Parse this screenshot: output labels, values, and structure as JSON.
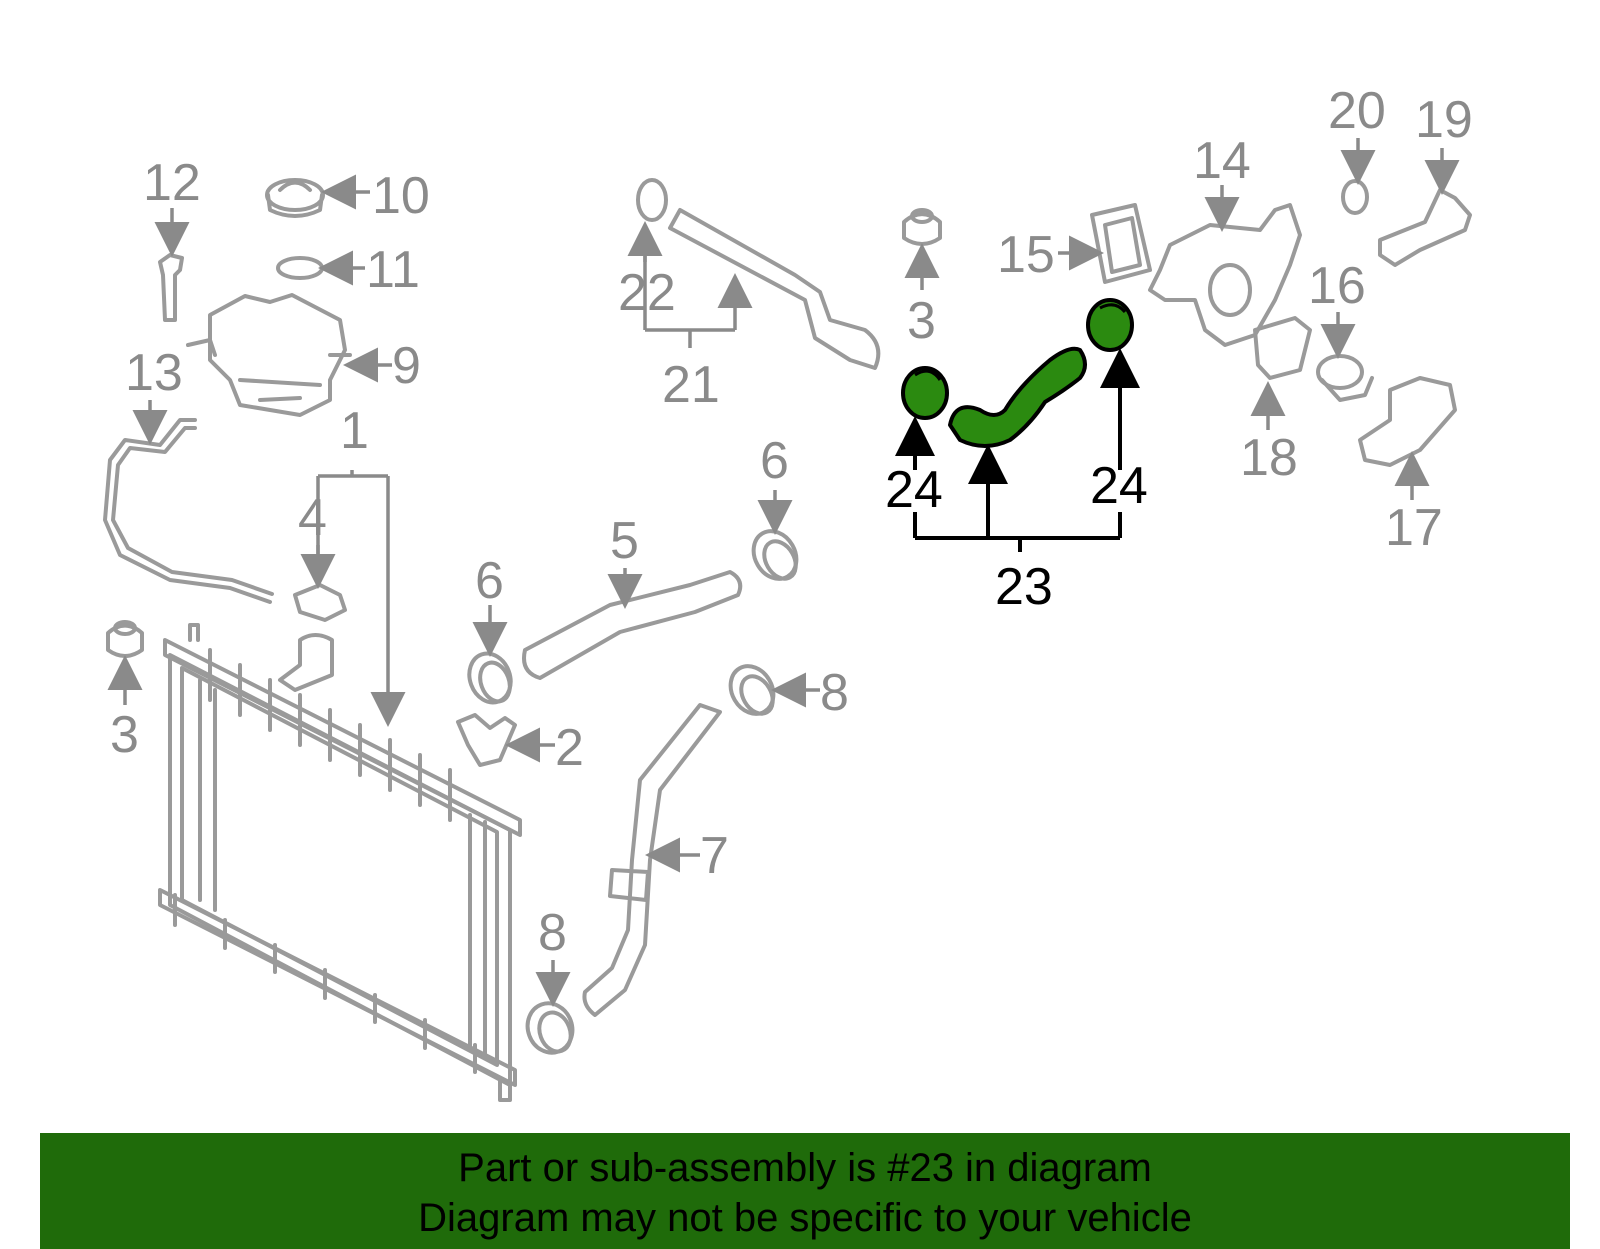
{
  "diagram": {
    "highlighted_part": "23",
    "callouts": {
      "c1": "1",
      "c2": "2",
      "c3a": "3",
      "c3b": "3",
      "c4": "4",
      "c5": "5",
      "c6a": "6",
      "c6b": "6",
      "c7": "7",
      "c8a": "8",
      "c8b": "8",
      "c9": "9",
      "c10": "10",
      "c11": "11",
      "c12": "12",
      "c13": "13",
      "c14": "14",
      "c15": "15",
      "c16": "16",
      "c17": "17",
      "c18": "18",
      "c19": "19",
      "c20": "20",
      "c21": "21",
      "c22": "22",
      "c23": "23",
      "c24a": "24",
      "c24b": "24"
    },
    "colors": {
      "part_lines": "#9a9a9a",
      "highlight": "#2b8a10",
      "banner": "#1f6b0a"
    }
  },
  "banner": {
    "line1": "Part or sub-assembly is #23 in diagram",
    "line2": "Diagram may not be specific to your vehicle"
  }
}
